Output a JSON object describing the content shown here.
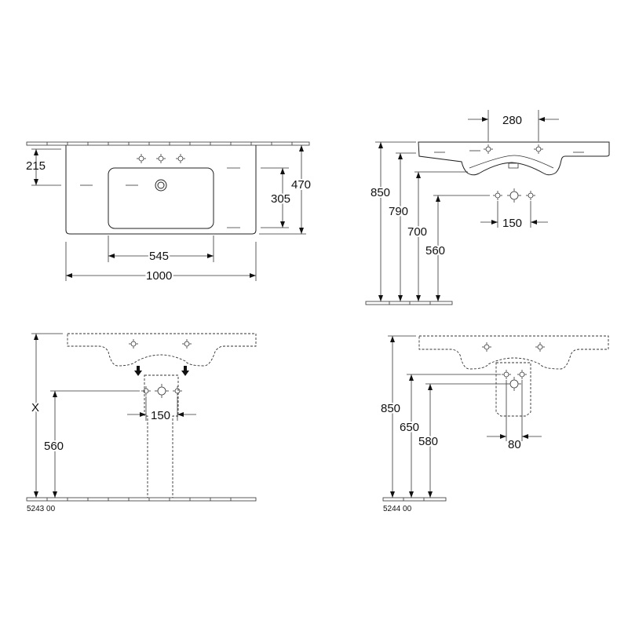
{
  "views": {
    "top": {
      "dims": {
        "d215": "215",
        "d305": "305",
        "d470": "470",
        "d545": "545",
        "d1000": "1000"
      }
    },
    "side": {
      "dims": {
        "d280": "280",
        "d850": "850",
        "d790": "790",
        "d700": "700",
        "d560": "560",
        "d150": "150"
      }
    },
    "front_5243": {
      "dims": {
        "dX": "X",
        "d560": "560",
        "d150": "150"
      },
      "code": "5243 00"
    },
    "front_5244": {
      "dims": {
        "d850": "850",
        "d650": "650",
        "d580": "580",
        "d80": "80"
      },
      "code": "5244 00"
    }
  }
}
